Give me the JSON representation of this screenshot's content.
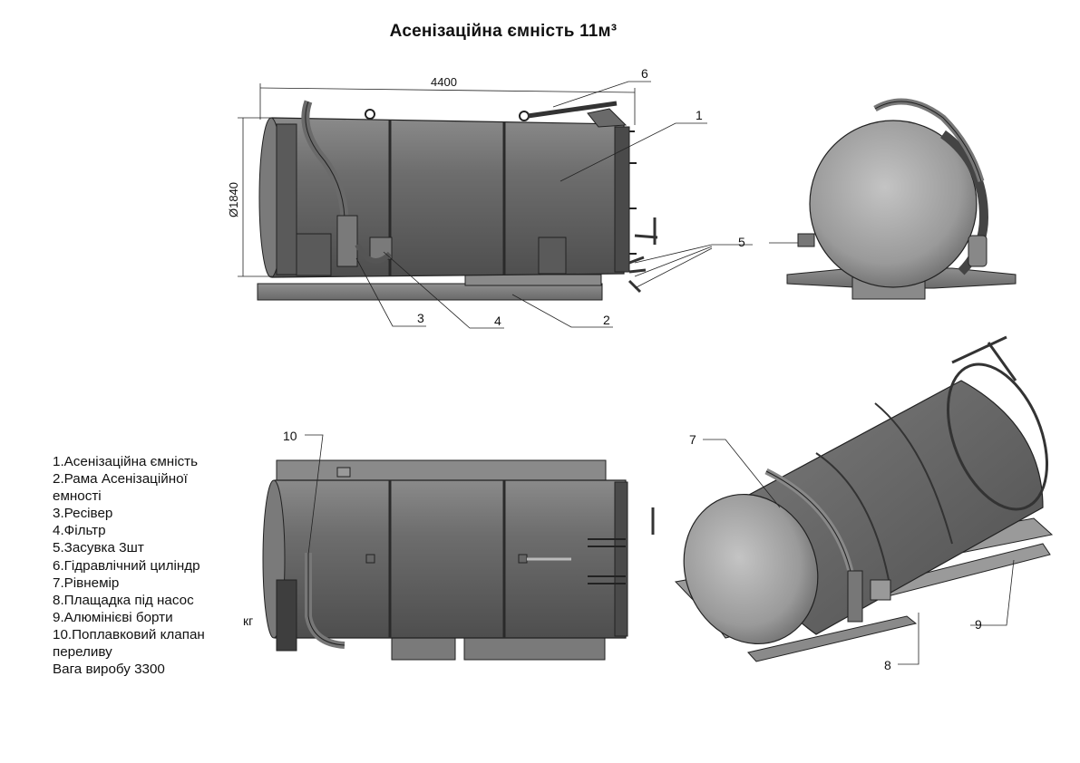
{
  "title": "Асенізаційна ємність 11м³",
  "dimensions": {
    "length": "4400",
    "diameter": "Ø1840"
  },
  "legend": [
    "1.Асенізаційна ємність",
    "2.Рама Асенізаційної",
    "емності",
    "3.Ресівер",
    "4.Фільтр",
    "5.Засувка 3шт",
    "6.Гідравлічний циліндр",
    "7.Рівнемір",
    "8.Плащадка під насос",
    "9.Алюмінієві борти",
    "10.Поплавковий клапан",
    "переливу",
    "Вага виробу 3300"
  ],
  "weight_unit": "кг",
  "callouts": [
    "1",
    "2",
    "3",
    "4",
    "5",
    "6",
    "7",
    "8",
    "9",
    "10"
  ],
  "colors": {
    "tank_dark": "#5f5f5f",
    "tank_mid": "#8a8a8a",
    "tank_light": "#b9b9b9",
    "line": "#222222"
  }
}
